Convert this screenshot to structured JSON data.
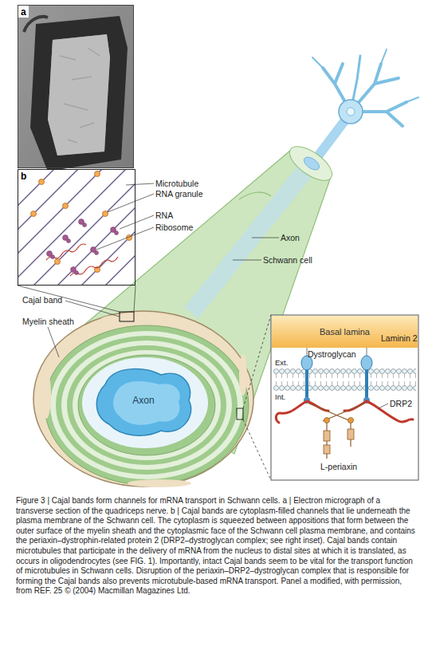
{
  "diagram": {
    "caption": "Figure 3 | Cajal bands form channels for mRNA transport in Schwann cells. a | Electron micrograph of a transverse section of the quadriceps nerve. b | Cajal bands are cytoplasm-filled channels that lie underneath the plasma membrane of the Schwann cell. The cytoplasm is squeezed between appositions that form between the outer surface of the myelin sheath and the cytoplasmic face of the Schwann cell plasma membrane, and contains the periaxin–dystrophin-related protein 2 (DRP2–dystroglycan complex; see right inset). Cajal bands contain microtubules that participate in the delivery of mRNA from the nucleus to distal sites at which it is translated, as occurs in oligodendrocytes (see FIG. 1). Importantly, intact Cajal bands seem to be vital for the transport function of microtubules in Schwann cells. Disruption of the periaxin–DRP2–dystroglycan complex that is responsible for forming the Cajal bands also prevents microtubule-based mRNA transport. Panel a modified, with permission, from REF. 25 © (2004) Macmillan Magazines Ltd.",
    "nodes": [
      {
        "text": [
          "a"
        ]
      },
      {
        "text": [
          "b"
        ]
      },
      {
        "text": [
          "Axon"
        ]
      },
      {
        "text": [
          "Basal lamina"
        ]
      }
    ],
    "labels": [
      "Microtubule",
      "RNA granule",
      "RNA",
      "Ribosome",
      "Cajal band",
      "Myelin sheath",
      "Axon",
      "Schwann cell",
      "Laminin 2",
      "Dystroglycan",
      "Ext.",
      "Int.",
      "DRP2",
      "L-periaxin"
    ]
  }
}
